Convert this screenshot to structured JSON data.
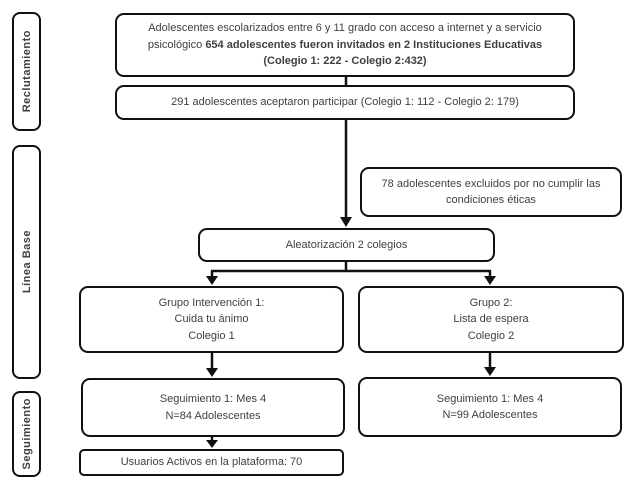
{
  "diagram": {
    "title": "CONSORT-style enrollment flowchart",
    "colors": {
      "border": "#111111",
      "text": "#404040",
      "background": "#ffffff"
    },
    "phases": [
      {
        "label": "Reclutamiento"
      },
      {
        "label": "Línea Base"
      },
      {
        "label": "Seguimiento"
      }
    ],
    "boxes": {
      "invited": {
        "line1": "Adolescentes escolarizados entre 6 y 11 grado con acceso a internet y a servicio",
        "line2_regular": "psicológico ",
        "line2_bold": "654 adolescentes fueron invitados en 2 Instituciones Educativas",
        "line3_bold": "(Colegio 1: 222 - Colegio 2:432)"
      },
      "accepted": {
        "text": "291 adolescentes aceptaron participar (Colegio 1: 112 - Colegio 2: 179)"
      },
      "excluded": {
        "text": "78 adolescentes excluidos por no cumplir las condiciones éticas"
      },
      "randomization": {
        "text": "Aleatorización 2 colegios"
      },
      "group1": {
        "line1": "Grupo Intervención 1:",
        "line2": "Cuida tu ánimo",
        "line3": "Colegio 1"
      },
      "group2": {
        "line1": "Grupo 2:",
        "line2": "Lista de espera",
        "line3": "Colegio 2"
      },
      "followup1": {
        "line1": "Seguimiento 1: Mes 4",
        "line2": "N=84 Adolescentes"
      },
      "followup2": {
        "line1": "Seguimiento 1: Mes 4",
        "line2": "N=99 Adolescentes"
      },
      "active_users": {
        "text": "Usuarios Activos en la plataforma: 70"
      }
    }
  }
}
